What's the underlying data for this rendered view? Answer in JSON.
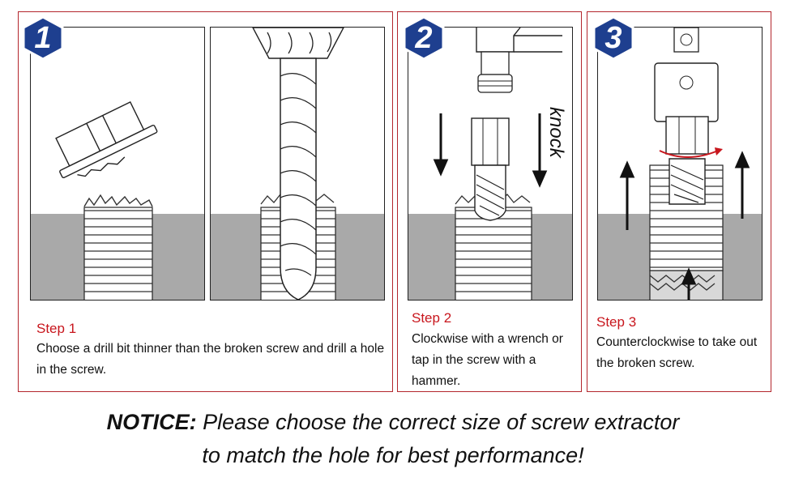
{
  "steps": [
    {
      "badge": "1",
      "title": "Step 1",
      "text": "Choose a drill bit thinner than the broken screw and drill a hole in the screw."
    },
    {
      "badge": "2",
      "title": "Step 2",
      "text_lines": [
        "Clockwise with a wrench or",
        "tap in the screw with a",
        "hammer."
      ],
      "side_label": "knock"
    },
    {
      "badge": "3",
      "title": "Step 3",
      "text_lines": [
        "Counterclockwise to take out",
        "the broken screw."
      ]
    }
  ],
  "notice": {
    "label": "NOTICE:",
    "line1": " Please choose the correct size of screw extractor",
    "line2": "to match the hole for best performance!"
  },
  "colors": {
    "accent_red": "#c8161d",
    "badge_blue": "#1e3f8f",
    "ground_gray": "#a9a9a9"
  }
}
